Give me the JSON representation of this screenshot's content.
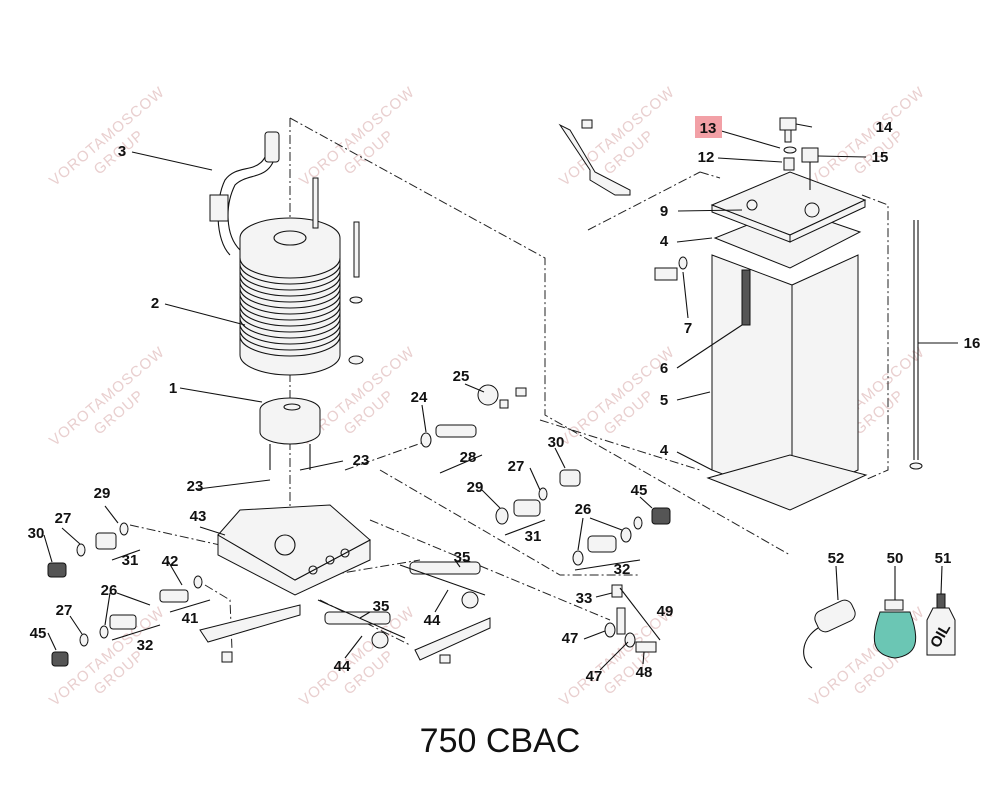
{
  "title": "750 CBAC",
  "watermark": {
    "text": "VOROTAMOSCOW",
    "sub": "GROUP"
  },
  "highlight_color": "#f2a0a6",
  "callouts": [
    {
      "id": "c1",
      "text": "1"
    },
    {
      "id": "c2",
      "text": "2"
    },
    {
      "id": "c3",
      "text": "3"
    },
    {
      "id": "c4a",
      "text": "4"
    },
    {
      "id": "c4b",
      "text": "4"
    },
    {
      "id": "c5",
      "text": "5"
    },
    {
      "id": "c6",
      "text": "6"
    },
    {
      "id": "c7",
      "text": "7"
    },
    {
      "id": "c9",
      "text": "9"
    },
    {
      "id": "c12",
      "text": "12"
    },
    {
      "id": "c13",
      "text": "13",
      "highlight": true
    },
    {
      "id": "c14",
      "text": "14"
    },
    {
      "id": "c15",
      "text": "15"
    },
    {
      "id": "c16",
      "text": "16"
    },
    {
      "id": "c23a",
      "text": "23"
    },
    {
      "id": "c23b",
      "text": "23"
    },
    {
      "id": "c24",
      "text": "24"
    },
    {
      "id": "c25",
      "text": "25"
    },
    {
      "id": "c26a",
      "text": "26"
    },
    {
      "id": "c26b",
      "text": "26"
    },
    {
      "id": "c27a",
      "text": "27"
    },
    {
      "id": "c27b",
      "text": "27"
    },
    {
      "id": "c27c",
      "text": "27"
    },
    {
      "id": "c28",
      "text": "28"
    },
    {
      "id": "c29a",
      "text": "29"
    },
    {
      "id": "c29b",
      "text": "29"
    },
    {
      "id": "c30a",
      "text": "30"
    },
    {
      "id": "c30b",
      "text": "30"
    },
    {
      "id": "c31a",
      "text": "31"
    },
    {
      "id": "c31b",
      "text": "31"
    },
    {
      "id": "c32a",
      "text": "32"
    },
    {
      "id": "c32b",
      "text": "32"
    },
    {
      "id": "c33",
      "text": "33"
    },
    {
      "id": "c35a",
      "text": "35"
    },
    {
      "id": "c35b",
      "text": "35"
    },
    {
      "id": "c41",
      "text": "41"
    },
    {
      "id": "c42",
      "text": "42"
    },
    {
      "id": "c43",
      "text": "43"
    },
    {
      "id": "c44a",
      "text": "44"
    },
    {
      "id": "c44b",
      "text": "44"
    },
    {
      "id": "c45a",
      "text": "45"
    },
    {
      "id": "c45b",
      "text": "45"
    },
    {
      "id": "c47a",
      "text": "47"
    },
    {
      "id": "c47b",
      "text": "47"
    },
    {
      "id": "c48",
      "text": "48"
    },
    {
      "id": "c49",
      "text": "49"
    },
    {
      "id": "c50",
      "text": "50"
    },
    {
      "id": "c51",
      "text": "51"
    },
    {
      "id": "c52",
      "text": "52"
    }
  ],
  "oil_label": "OIL"
}
